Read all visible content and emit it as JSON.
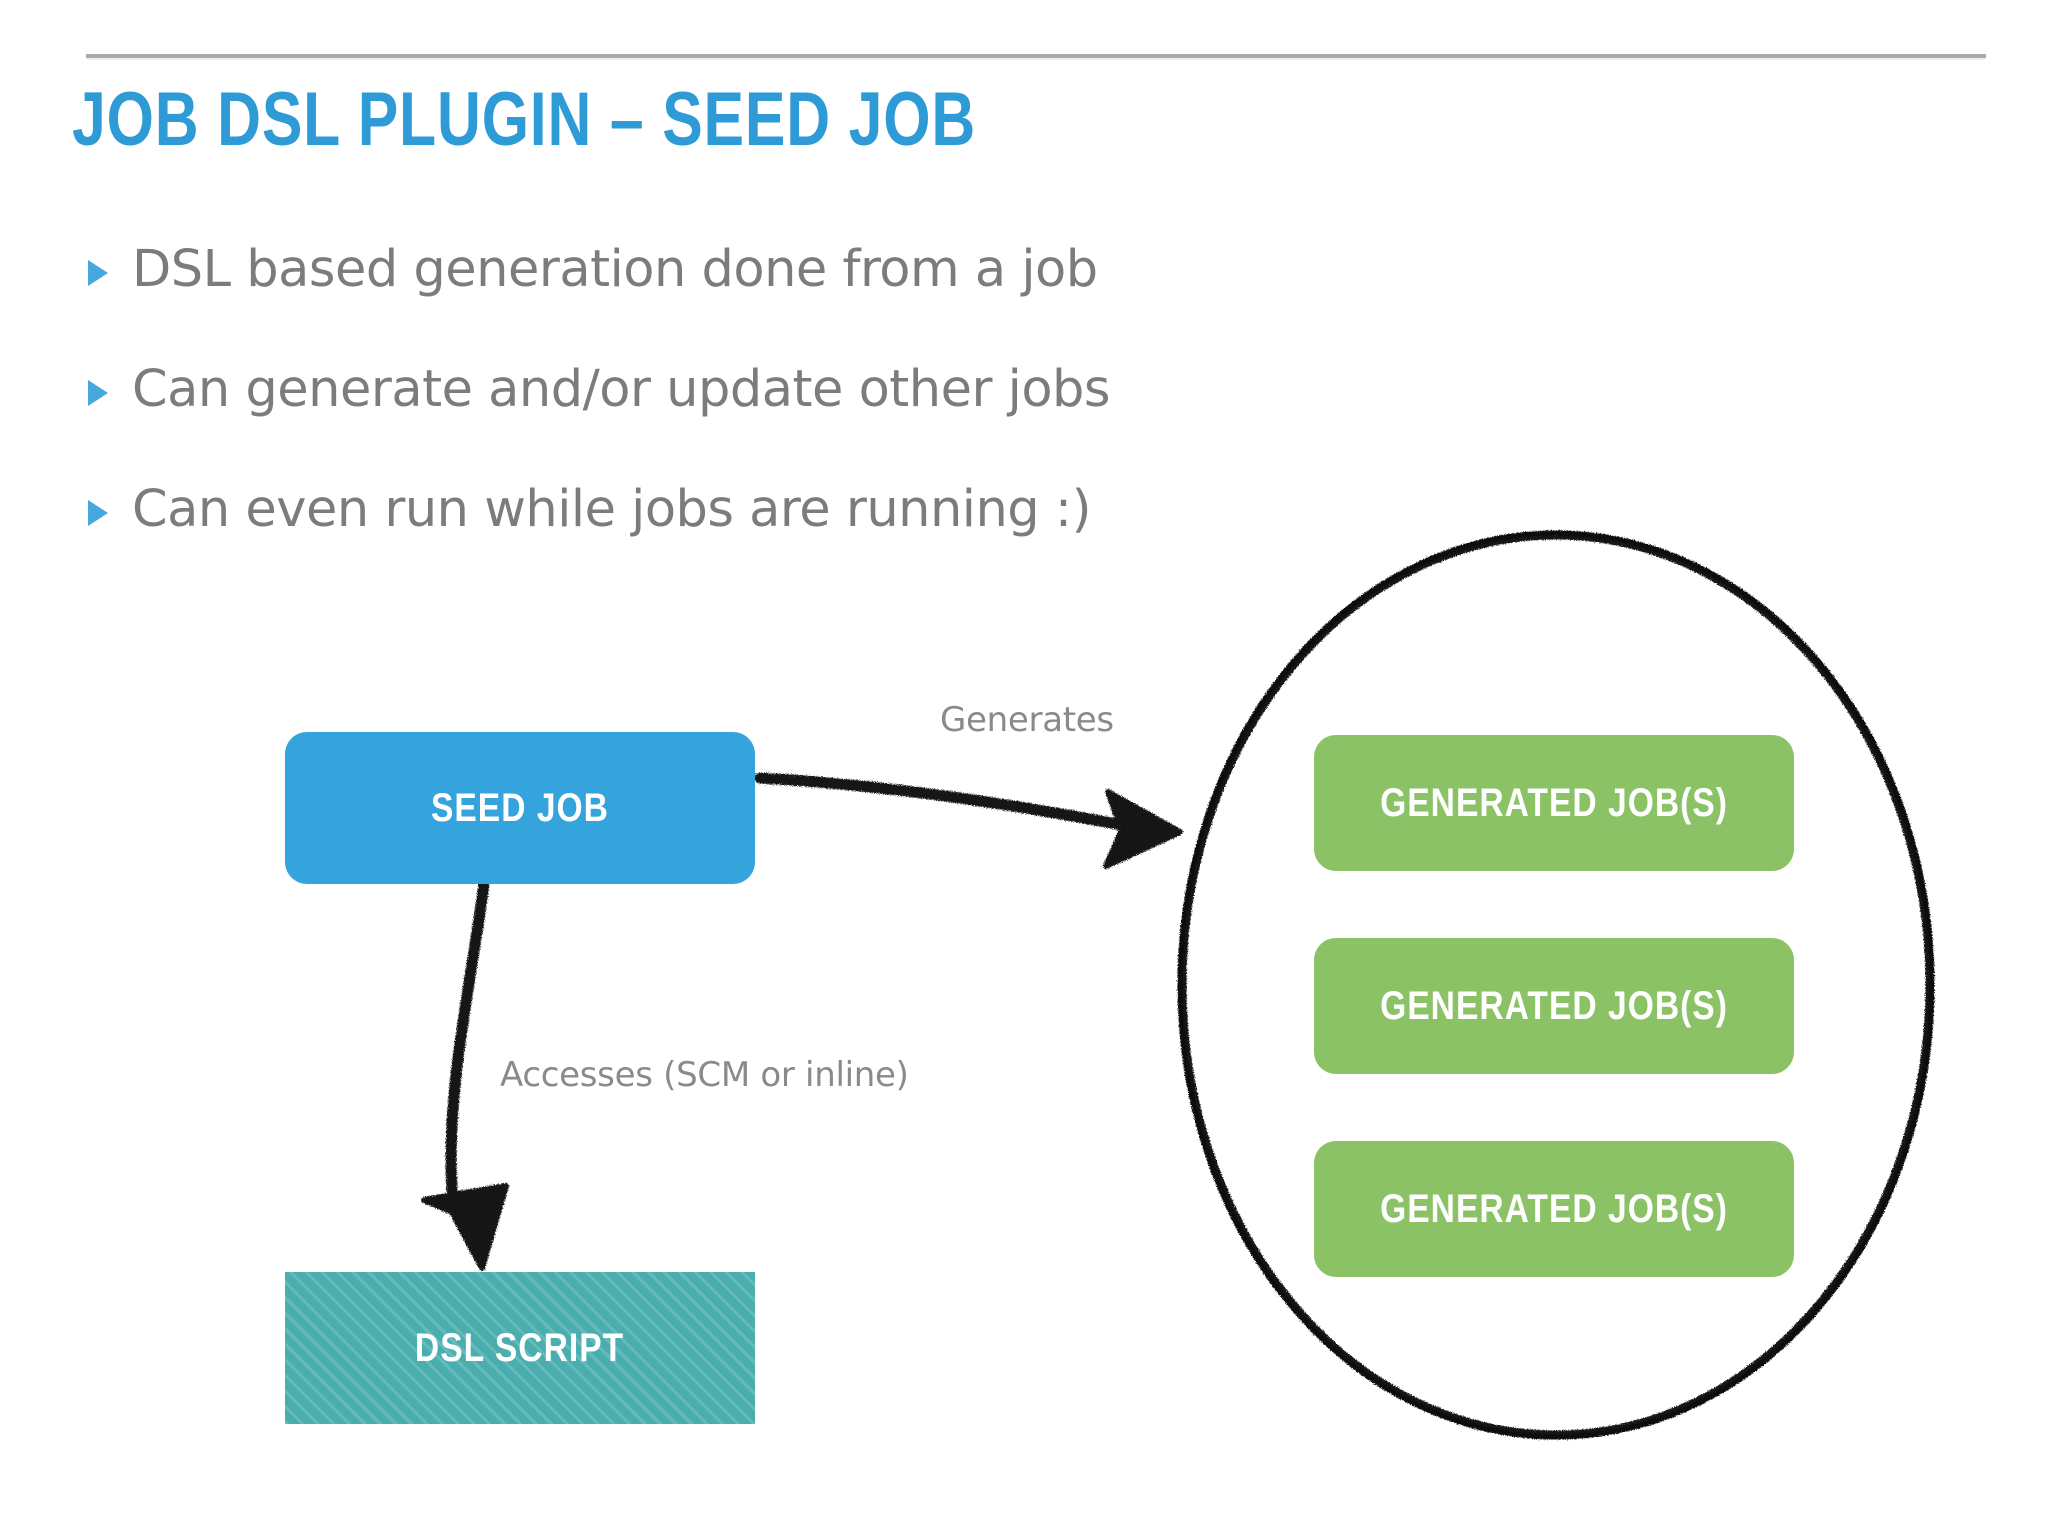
{
  "slide": {
    "title": "JOB DSL PLUGIN – SEED JOB",
    "accent_color": "#2E9BD6",
    "text_color": "#7c7c7c",
    "background": "#ffffff"
  },
  "bullets": [
    {
      "text": "DSL based generation done from a job",
      "marker": "triangle-right-icon"
    },
    {
      "text": "Can generate and/or update other jobs",
      "marker": "triangle-right-icon"
    },
    {
      "text": "Can even run while jobs are running :)",
      "marker": "triangle-right-icon"
    }
  ],
  "diagram": {
    "nodes": {
      "seed_job": {
        "label": "SEED JOB",
        "color": "#35A3DC"
      },
      "dsl_script": {
        "label": "DSL SCRIPT",
        "color": "#4AADAE"
      },
      "generated_jobs": [
        {
          "label": "GENERATED JOB(S)",
          "color": "#8BC265"
        },
        {
          "label": "GENERATED JOB(S)",
          "color": "#8BC265"
        },
        {
          "label": "GENERATED JOB(S)",
          "color": "#8BC265"
        }
      ]
    },
    "edges": [
      {
        "label": "Generates",
        "from": "seed_job",
        "to": "generated_jobs"
      },
      {
        "label": "Accesses (SCM or inline)",
        "from": "seed_job",
        "to": "dsl_script"
      }
    ],
    "grouping_shape": "hand-drawn-ellipse"
  }
}
